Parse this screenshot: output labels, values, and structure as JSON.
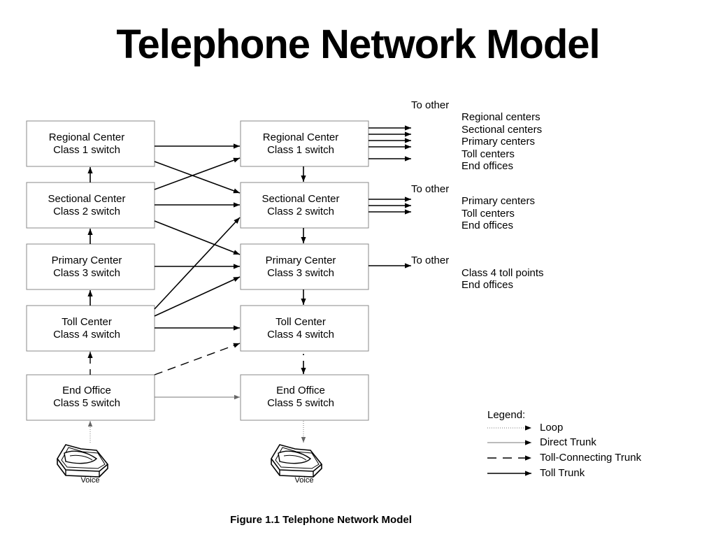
{
  "title": "Telephone Network Model",
  "caption": "Figure 1.1 Telephone Network Model",
  "left_column": [
    {
      "name": "Regional Center",
      "class": "Class 1 switch"
    },
    {
      "name": "Sectional Center",
      "class": "Class 2 switch"
    },
    {
      "name": "Primary Center",
      "class": "Class 3 switch"
    },
    {
      "name": "Toll Center",
      "class": "Class 4 switch"
    },
    {
      "name": "End Office",
      "class": "Class 5 switch"
    }
  ],
  "right_column": [
    {
      "name": "Regional Center",
      "class": "Class 1 switch"
    },
    {
      "name": "Sectional Center",
      "class": "Class 2 switch"
    },
    {
      "name": "Primary Center",
      "class": "Class 3 switch"
    },
    {
      "name": "Toll Center",
      "class": "Class 4 switch"
    },
    {
      "name": "End Office",
      "class": "Class 5 switch"
    }
  ],
  "voice_label": "Voice",
  "destinations": [
    {
      "header": "To other",
      "items": [
        "Regional centers",
        "Sectional centers",
        "Primary centers",
        "Toll centers",
        "End offices"
      ]
    },
    {
      "header": "To other",
      "items": [
        "Primary centers",
        "Toll centers",
        "End offices"
      ]
    },
    {
      "header": "To other",
      "items": [
        "Class 4 toll points",
        "End offices"
      ]
    }
  ],
  "legend": {
    "title": "Legend:",
    "items": [
      {
        "label": "Loop",
        "style": "loop"
      },
      {
        "label": "Direct Trunk",
        "style": "direct"
      },
      {
        "label": "Toll-Connecting Trunk",
        "style": "toll-connecting"
      },
      {
        "label": "Toll Trunk",
        "style": "toll"
      }
    ]
  }
}
